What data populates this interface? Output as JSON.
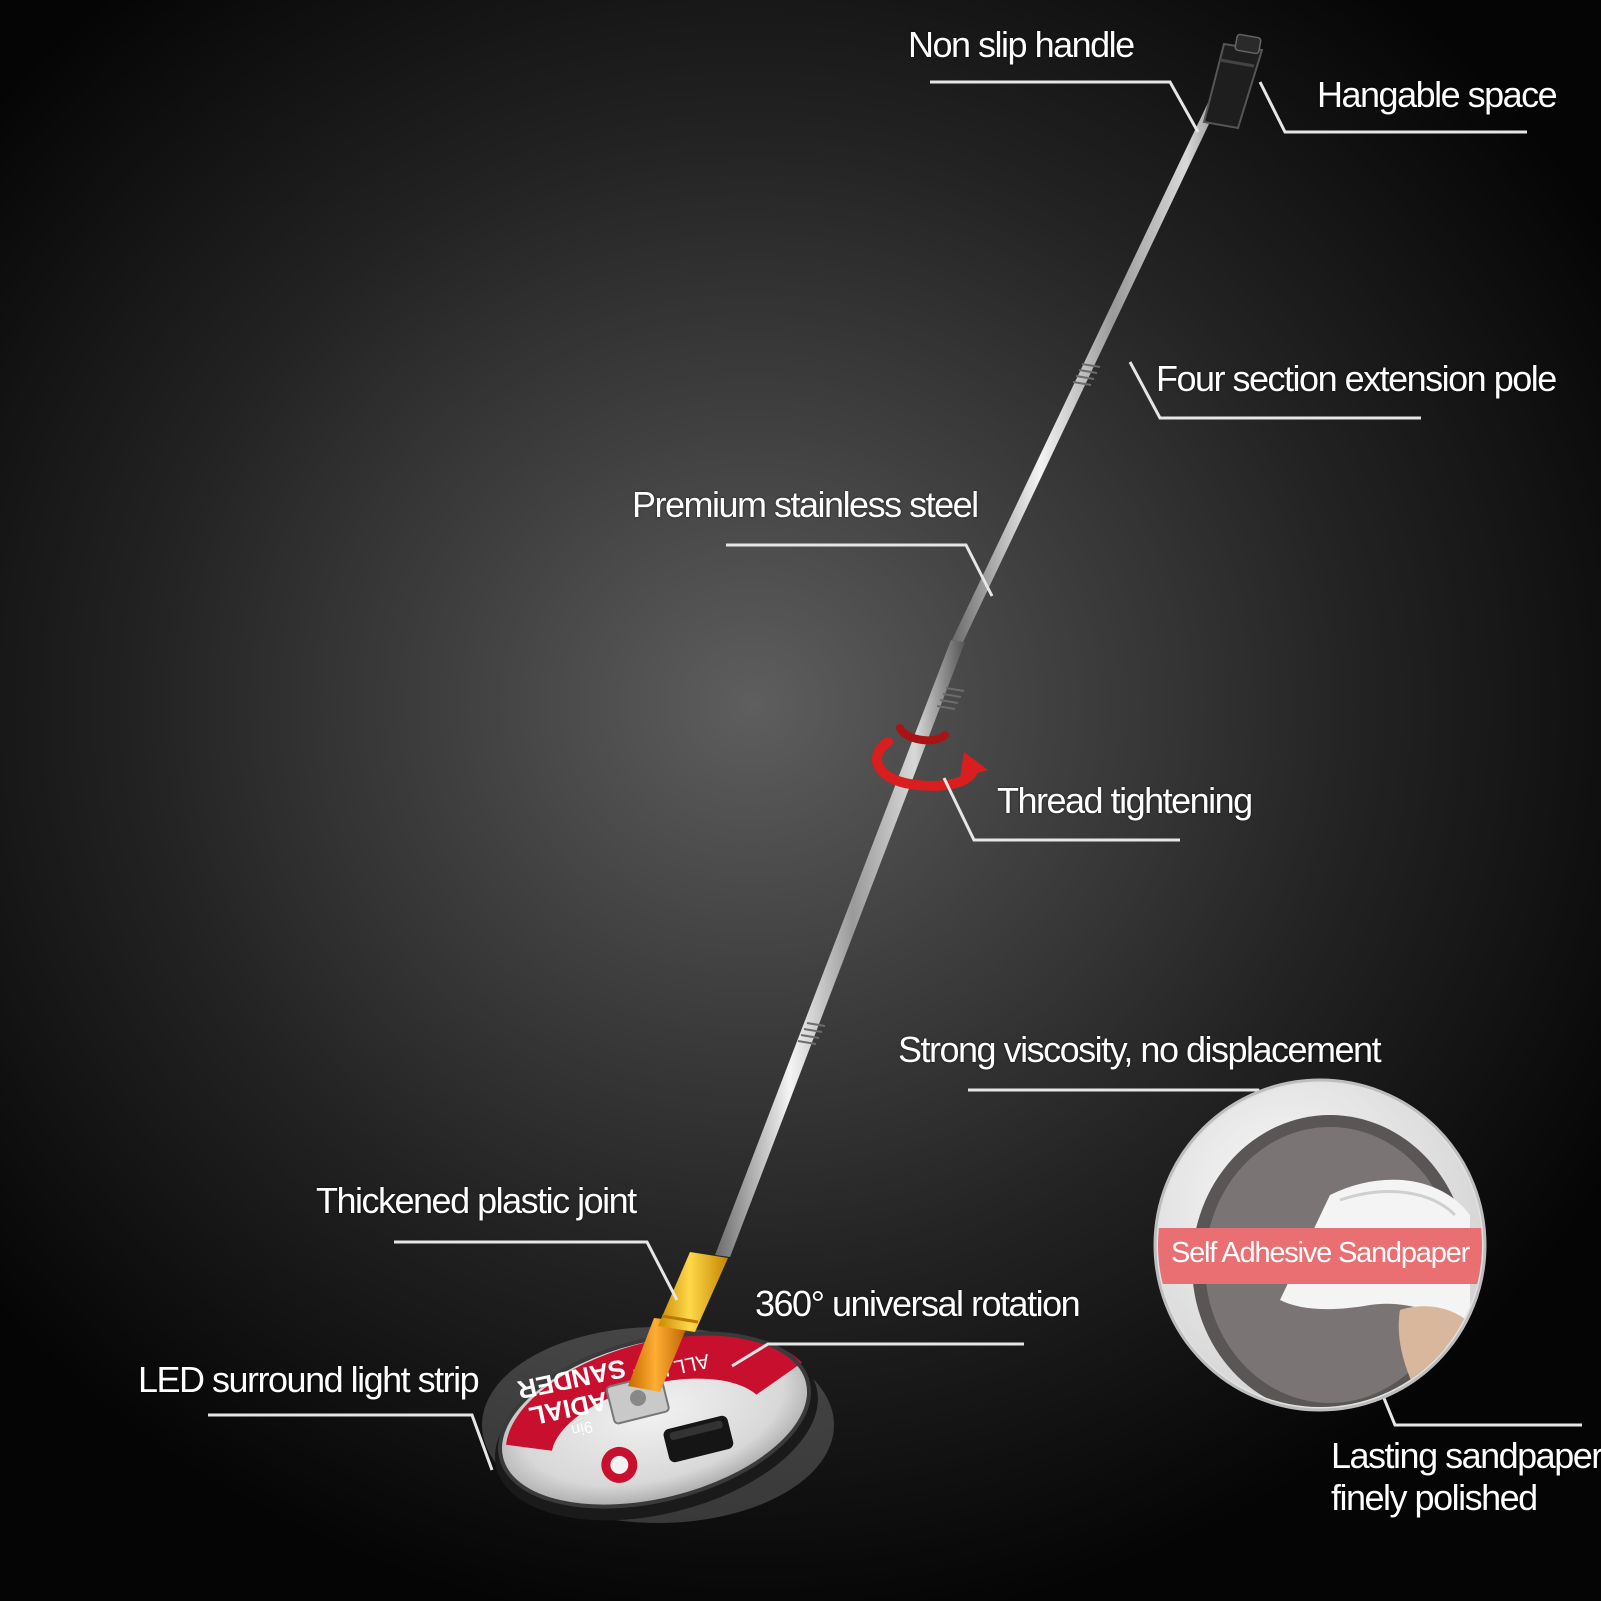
{
  "callouts": {
    "non_slip_handle": "Non slip handle",
    "hangable_space": "Hangable space",
    "four_section_pole": "Four section extension pole",
    "premium_steel": "Premium stainless steel",
    "thread_tightening": "Thread tightening",
    "strong_viscosity": "Strong viscosity, no displacement",
    "thickened_joint": "Thickened plastic joint",
    "rotation": "360° universal rotation",
    "led_strip": "LED surround light strip",
    "lasting_sandpaper": "Lasting sandpaper, finely polished"
  },
  "inset": {
    "band_text": "Self Adhesive Sandpaper"
  },
  "product_print": {
    "brand_line": "ALL IN 1",
    "name_line_1": "RADIAL",
    "name_line_2": "SANDER",
    "size": "9in"
  },
  "colors": {
    "background": "#000000",
    "label_text": "#ffffff",
    "leader_line": "#e6e6e6",
    "joint_orange": "#f39a1a",
    "joint_yellow": "#f5c21a",
    "rotation_arrow": "#d81e1e",
    "band_pink": "#e96f73",
    "disc_red": "#c8102e"
  }
}
